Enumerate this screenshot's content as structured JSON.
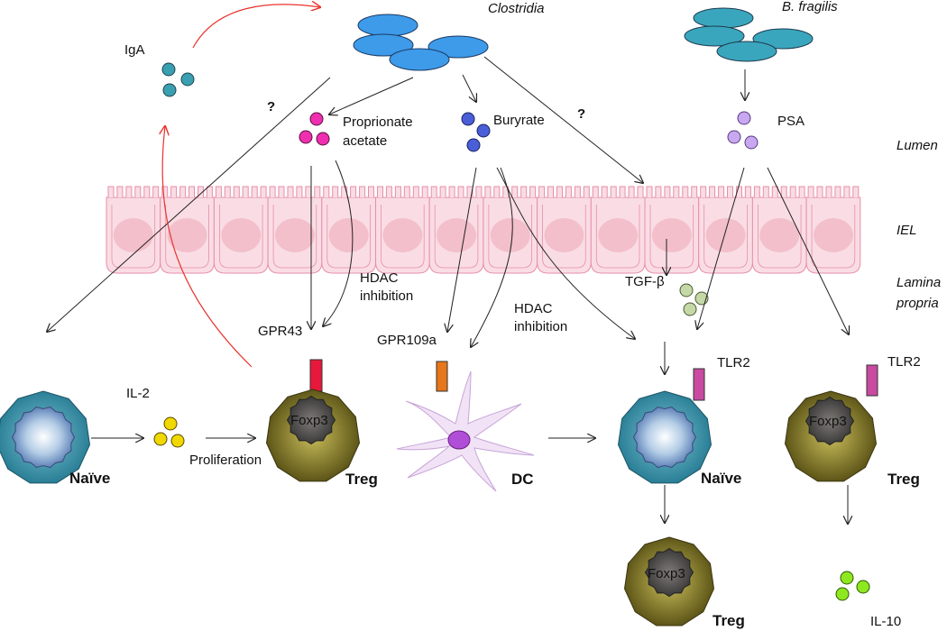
{
  "microbes": {
    "clostridia": "Clostridia",
    "b_fragilis": "B. fragilis"
  },
  "molecules": {
    "iga": "IgA",
    "proprionate_line1": "Proprionate",
    "proprionate_line2": "acetate",
    "buryrate": "Buryrate",
    "psa": "PSA",
    "tgf_beta": "TGF-β",
    "il2": "IL-2",
    "il10": "IL-10"
  },
  "question_marks": [
    "?",
    "?"
  ],
  "regions": {
    "lumen": "Lumen",
    "iel": "IEL",
    "lamina_line1": "Lamina",
    "lamina_line2": "propria"
  },
  "processes": {
    "hdac1_line1": "HDAC",
    "hdac1_line2": "inhibition",
    "hdac2_line1": "HDAC",
    "hdac2_line2": "inhibition",
    "proliferation": "Proliferation"
  },
  "receptors": {
    "gpr43": "GPR43",
    "gpr109a": "GPR109a",
    "tlr2_a": "TLR2",
    "tlr2_b": "TLR2"
  },
  "cells": {
    "naive_1": "Naïve",
    "treg_1": "Treg",
    "dc": "DC",
    "naive_2": "Naïve",
    "treg_2": "Treg",
    "treg_3": "Treg",
    "foxp3_1": "Foxp3",
    "foxp3_2": "Foxp3",
    "foxp3_3": "Foxp3"
  },
  "colors": {
    "clostridia": "#3d9be9",
    "b_fragilis": "#3aa6bd",
    "iga_dot": "#3a9fb0",
    "proprionate_dot": "#ef2fb0",
    "buryrate_dot": "#4a5ed8",
    "psa_dot": "#c8a8f0",
    "tgf_dot": "#c5d8a8",
    "il2_dot": "#f0d800",
    "il10_dot": "#8ee820",
    "epithelium_fill": "#fadde4",
    "epithelium_stroke": "#e68fab",
    "nucleus_fill": "#f0b8c4",
    "naive_cell": "#2e8aa0",
    "treg_cell": "#6b6422",
    "dc_body": "#f2e2f6",
    "dc_nucleus": "#b04ed8",
    "gpr43_receptor": "#e8173c",
    "gpr109a_receptor": "#e8761a",
    "tlr2_receptor": "#c94aa0",
    "iga_arrow": "#e8342f"
  }
}
